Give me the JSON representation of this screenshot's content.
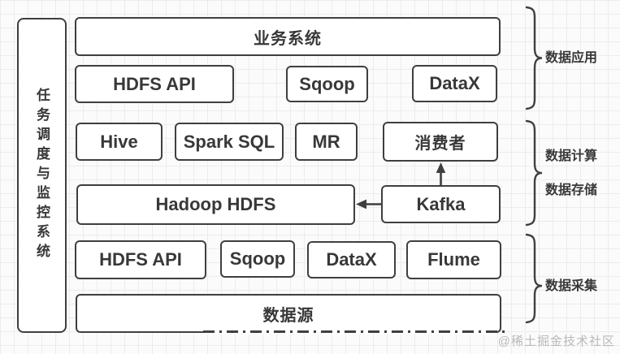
{
  "side_panel": {
    "label": "任务调度与监控系统"
  },
  "boxes": {
    "business_system": "业务系统",
    "app_hdfs_api": "HDFS API",
    "app_sqoop": "Sqoop",
    "app_datax": "DataX",
    "hive": "Hive",
    "spark_sql": "Spark SQL",
    "mr": "MR",
    "consumer": "消费者",
    "hadoop_hdfs": "Hadoop HDFS",
    "kafka": "Kafka",
    "collect_hdfs_api": "HDFS API",
    "collect_sqoop": "Sqoop",
    "collect_datax": "DataX",
    "collect_flume": "Flume",
    "data_source": "数据源"
  },
  "brace_labels": {
    "application": "数据应用",
    "compute": "数据计算",
    "storage": "数据存储",
    "collection": "数据采集"
  },
  "edges": [
    {
      "from": "kafka",
      "to": "consumer",
      "direction": "up"
    },
    {
      "from": "kafka",
      "to": "hadoop_hdfs",
      "direction": "left"
    }
  ],
  "watermark": "@稀土掘金技术社区",
  "colors": {
    "box_border": "#3f3f3f",
    "text": "#383838",
    "grid_line": "#ececec",
    "background": "#fbfbfb",
    "watermark": "#b9b9b9"
  }
}
